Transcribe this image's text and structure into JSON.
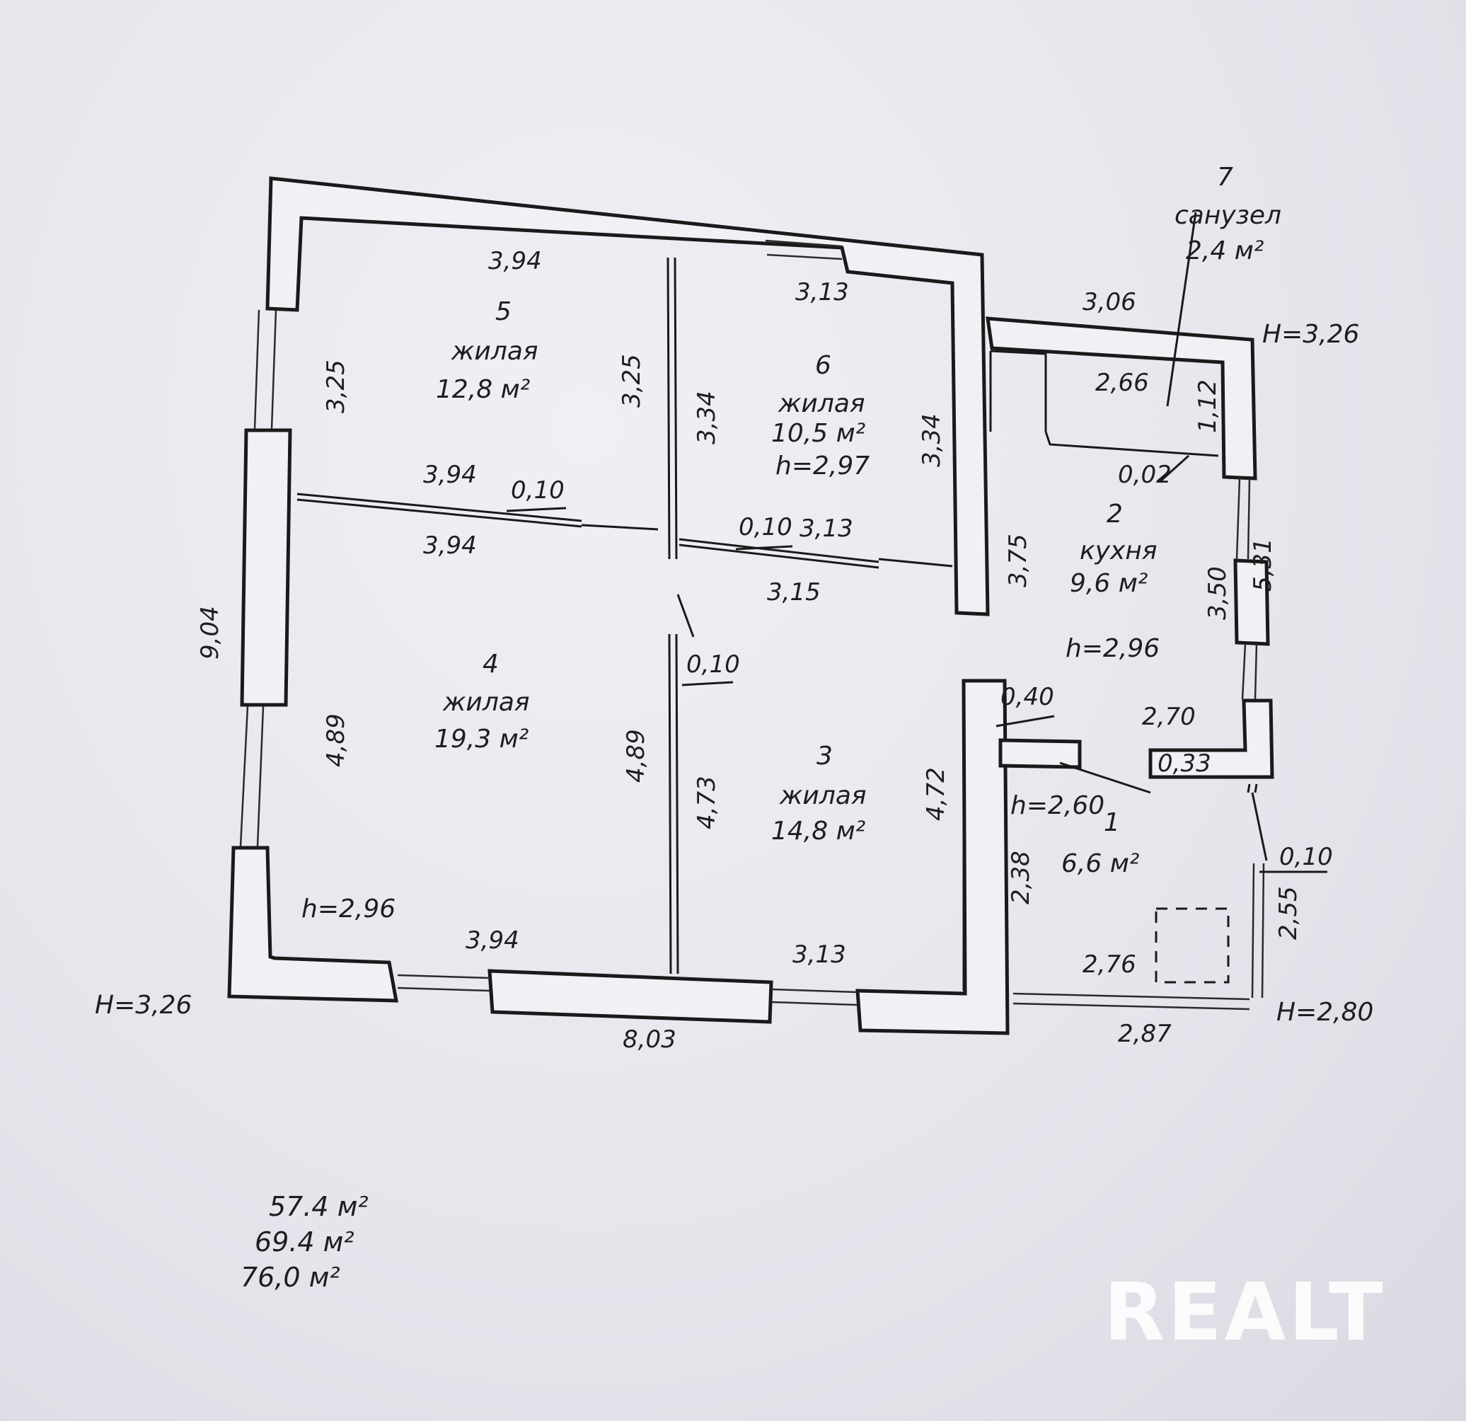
{
  "rooms": [
    {
      "number": "7",
      "name": "санузел",
      "area": "2,4 м²"
    },
    {
      "number": "5",
      "name": "жилая",
      "area": "12,8 м²"
    },
    {
      "number": "6",
      "name": "жилая",
      "area": "10,5 м²",
      "height": "h=2,97"
    },
    {
      "number": "2",
      "name": "кухня",
      "area": "9,6 м²",
      "height": "h=2,96"
    },
    {
      "number": "4",
      "name": "жилая",
      "area": "19,3 м²"
    },
    {
      "number": "3",
      "name": "жилая",
      "area": "14,8 м²"
    },
    {
      "number": "1",
      "area": "6,6 м²",
      "height": "h=2,60"
    }
  ],
  "heights": {
    "top_right": "H=3,26",
    "left": "H=3,26",
    "bottom_right": "H=2,80",
    "room4": "h=2,96"
  },
  "dimensions": {
    "top5": "3,94",
    "top6": "3,13",
    "top7": "3,06",
    "san_inner": "2,66",
    "san_side": "1,12",
    "san_gap": "0,02",
    "r5_left": "3,25",
    "r5_right": "3,25",
    "r5_bottom": "3,94",
    "r6_left": "3,34",
    "r6_right": "3,34",
    "r4_top": "3,94",
    "r4_left": "4,89",
    "r4_right": "4,89",
    "r4_bottom": "3,94",
    "wall_010_a": "0,10",
    "wall_010_b": "0,10",
    "wall_010_c": "0,10",
    "wall_010_d": "0,10",
    "r6_bottom": "3,13",
    "r3_top": "3,15",
    "r3_left": "4,73",
    "r3_right": "4,72",
    "r3_bottom": "3,13",
    "kitchen_left": "3,75",
    "kitchen_right": "3,50",
    "kitchen_outer": "5,31",
    "kitchen_bottom": "2,70",
    "kitchen_wall": "0,40",
    "kitchen_step": "0,33",
    "r1_left": "2,38",
    "r1_bottom": "2,76",
    "r1_right": "2,55",
    "overall_width": "8,03",
    "overall_height": "9,04",
    "porch": "2,87"
  },
  "totals": [
    "57.4 м²",
    "69.4 м²",
    "76,0 м²"
  ],
  "watermark": "REALT"
}
